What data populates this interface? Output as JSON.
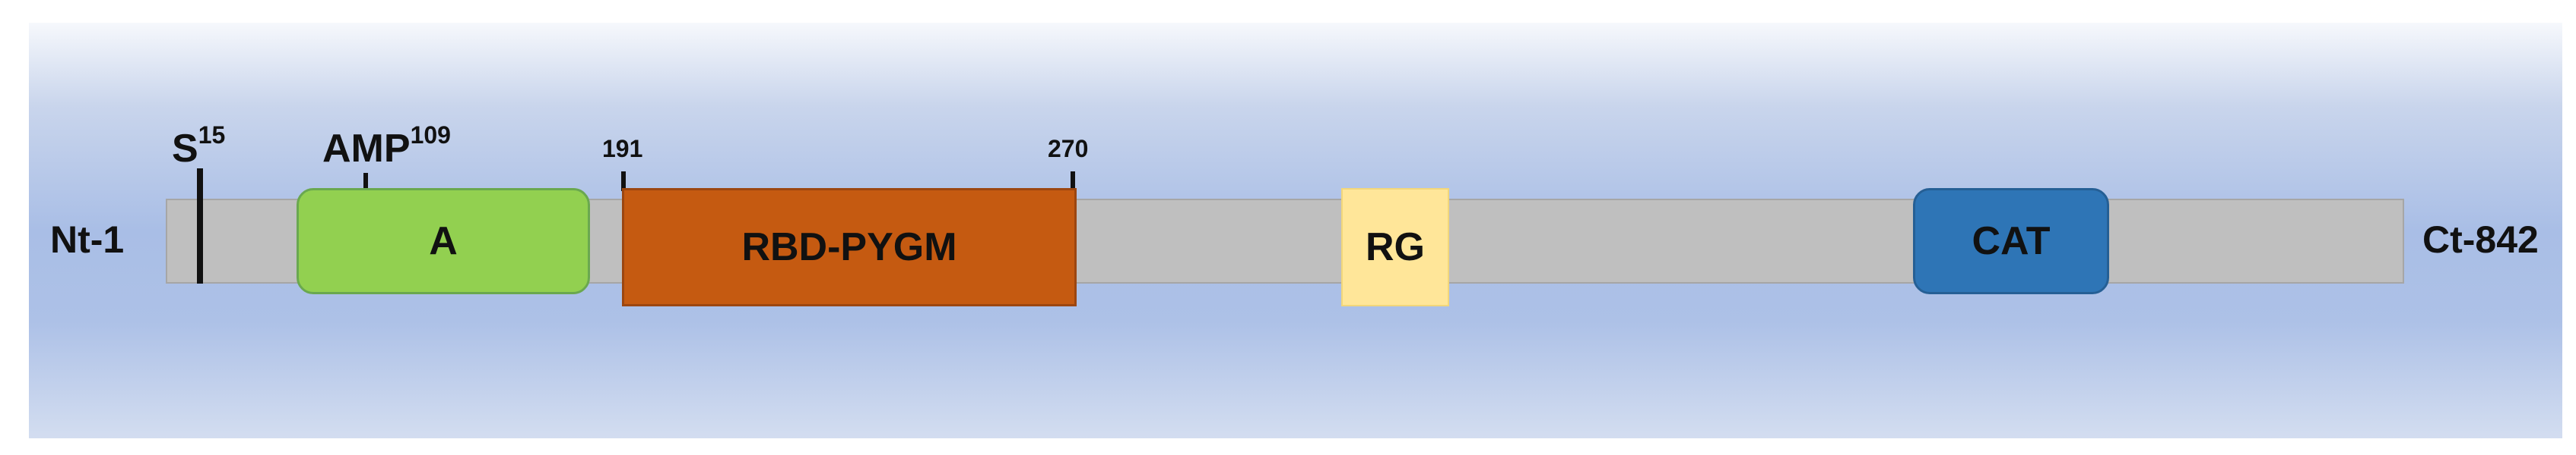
{
  "protein": {
    "n_terminus": "Nt-1",
    "c_terminus": "Ct-842"
  },
  "sites": [
    {
      "label": "S",
      "position": "15"
    },
    {
      "label": "AMP",
      "position": "109"
    }
  ],
  "boundaries": [
    "191",
    "270"
  ],
  "domains": [
    {
      "name": "A",
      "color": "#92d050"
    },
    {
      "name": "RBD-PYGM",
      "color": "#c55a11"
    },
    {
      "name": "RG",
      "color": "#ffe699"
    },
    {
      "name": "CAT",
      "color": "#2e75b6"
    }
  ]
}
